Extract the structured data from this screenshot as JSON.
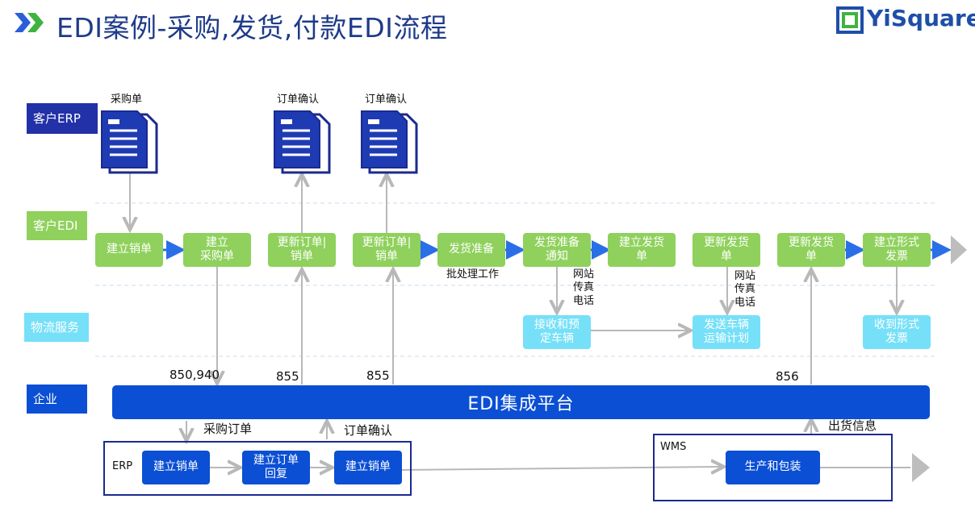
{
  "header": {
    "title": "EDI案例-采购,发货,付款EDI流程",
    "logo_text": "YiSquare",
    "accent_color": "#1e3a8a"
  },
  "lanes": {
    "erp": "客户ERP",
    "edi": "客户EDI",
    "logistics": "物流服务",
    "enterprise": "企业"
  },
  "documents": [
    {
      "label": "采购单",
      "icon": "document-icon"
    },
    {
      "label": "订单确认",
      "icon": "document-icon"
    },
    {
      "label": "订单确认",
      "icon": "document-icon"
    }
  ],
  "edi_steps": [
    "建立销单",
    "建立\n采购单",
    "更新订单|\n销单",
    "更新订单|\n销单",
    "发货准备",
    "发货准备\n通知",
    "建立发货\n单",
    "更新发货\n单",
    "更新发货\n单",
    "建立形式\n发票"
  ],
  "edi_notes": {
    "batch": "批处理工作",
    "channels_1": "网站\n传真\n电话",
    "channels_2": "网站\n传真\n电话"
  },
  "logistics_steps": [
    "接收和预\n定车辆",
    "发送车辆\n运输计划",
    "收到形式\n发票"
  ],
  "edi_codes": [
    "850,940",
    "855",
    "855",
    "856"
  ],
  "platform": {
    "label": "EDI集成平台"
  },
  "enterprise_notes": {
    "purchase_order": "采购订单",
    "order_confirm": "订单确认",
    "shipping_info": "出货信息"
  },
  "erp_box": {
    "label": "ERP",
    "steps": [
      "建立销单",
      "建立订单\n回复",
      "建立销单"
    ]
  },
  "wms_box": {
    "label": "WMS",
    "step": "生产和包装"
  },
  "colors": {
    "lane_label": "#2231a8",
    "edi_box": "#8fd15c",
    "logistics_box": "#76e0f8",
    "enterprise_box": "#0b4fd4",
    "flow_arrow": "#2b6fe8",
    "link_arrow": "#b8b8b8"
  }
}
